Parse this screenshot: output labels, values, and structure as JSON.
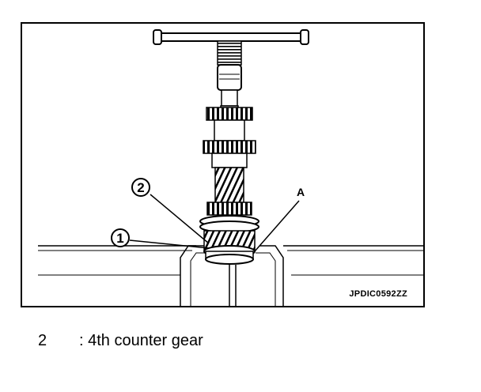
{
  "figure": {
    "id_code": "JPDIC0592ZZ",
    "callouts": {
      "one": "1",
      "two": "2",
      "a": "A"
    }
  },
  "legend": {
    "items": [
      {
        "number": "2",
        "text": ": 4th counter gear"
      }
    ]
  }
}
